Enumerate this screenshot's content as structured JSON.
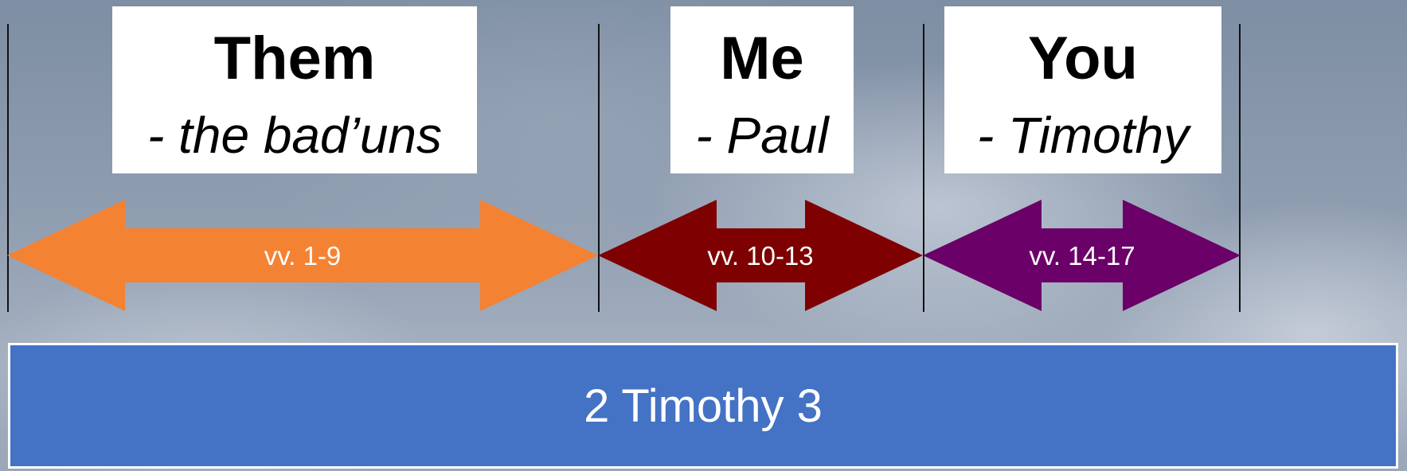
{
  "sections": [
    {
      "title": "Them",
      "subtitle": "- the bad’uns",
      "verses": "vv. 1-9",
      "color": "#f48233"
    },
    {
      "title": "Me",
      "subtitle": "- Paul",
      "verses": "vv. 10-13",
      "color": "#7f0000"
    },
    {
      "title": "You",
      "subtitle": "- Timothy",
      "verses": "vv. 14-17",
      "color": "#6a0068"
    }
  ],
  "chapter": {
    "label": "2 Timothy 3",
    "color": "#4472c4"
  }
}
